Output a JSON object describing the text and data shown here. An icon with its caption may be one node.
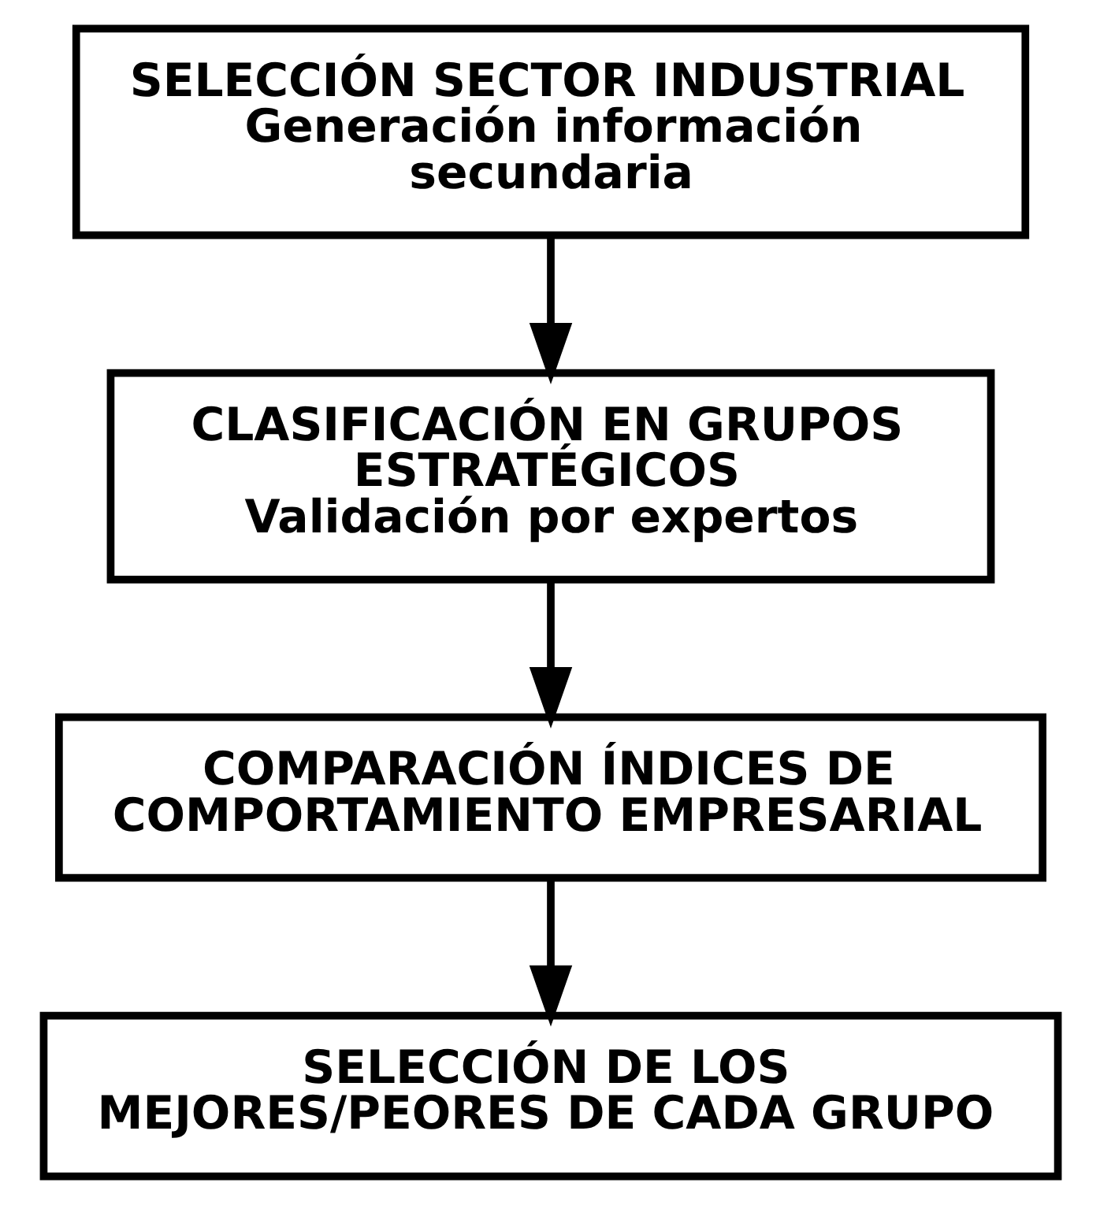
{
  "diagram": {
    "nodes": [
      {
        "text": [
          "SELECCIÓN SECTOR INDUSTRIAL",
          "Generación información secundaria"
        ]
      },
      {
        "text": [
          "CLASIFICACIÓN EN GRUPOS ESTRATÉGICOS",
          "Validación por expertos"
        ]
      },
      {
        "text": [
          "COMPARACIÓN ÍNDICES DE COMPORTAMIENTO EMPRESARIAL"
        ]
      },
      {
        "text": [
          "SELECCIÓN DE LOS MEJORES/PEORES DE CADA GRUPO"
        ]
      }
    ],
    "edges": [
      {
        "from": 0,
        "to": 1,
        "arrow": "to"
      },
      {
        "from": 1,
        "to": 2,
        "arrow": "to"
      },
      {
        "from": 2,
        "to": 3,
        "arrow": "to"
      }
    ]
  }
}
